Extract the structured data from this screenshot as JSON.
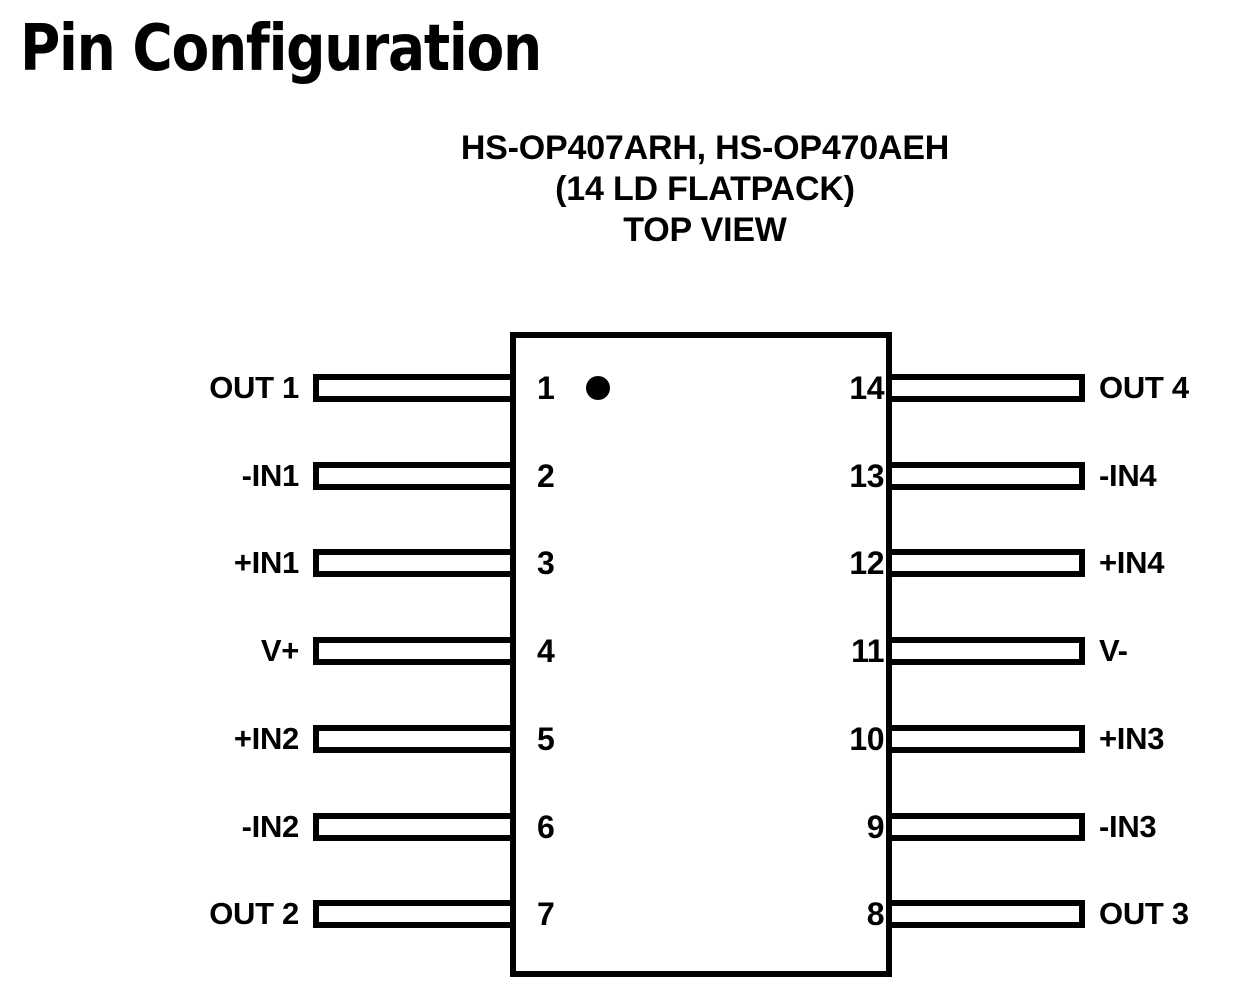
{
  "heading": {
    "title": "Pin Configuration",
    "subtitle_lines": [
      "HS-OP407ARH, HS-OP470AEH",
      "(14 LD FLATPACK)",
      "TOP VIEW"
    ]
  },
  "diagram": {
    "package_outline_color": "#000000",
    "background_color": "#ffffff",
    "pin1_marker": "pin1-dot-marker",
    "left_pins": [
      {
        "number": "1",
        "label": "OUT 1"
      },
      {
        "number": "2",
        "label": "-IN1"
      },
      {
        "number": "3",
        "label": "+IN1"
      },
      {
        "number": "4",
        "label": "V+"
      },
      {
        "number": "5",
        "label": "+IN2"
      },
      {
        "number": "6",
        "label": "-IN2"
      },
      {
        "number": "7",
        "label": "OUT 2"
      }
    ],
    "right_pins": [
      {
        "number": "14",
        "label": "OUT 4"
      },
      {
        "number": "13",
        "label": "-IN4"
      },
      {
        "number": "12",
        "label": "+IN4"
      },
      {
        "number": "11",
        "label": "V-"
      },
      {
        "number": "10",
        "label": "+IN3"
      },
      {
        "number": "9",
        "label": "-IN3"
      },
      {
        "number": "8",
        "label": "OUT 3"
      }
    ]
  }
}
